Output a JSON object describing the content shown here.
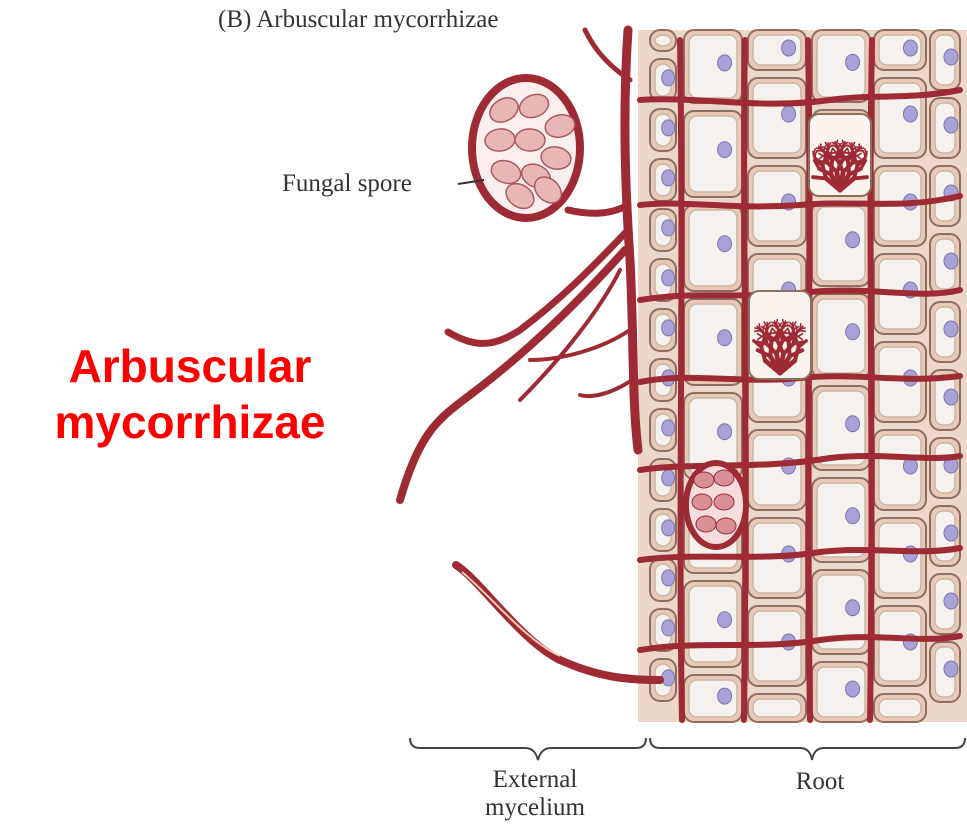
{
  "figure": {
    "panel_title": "(B) Arbuscular mycorrhizae",
    "side_title_line1": "Arbuscular",
    "side_title_line2": "mycorrhizae",
    "labels": {
      "fungal_spore": "Fungal spore",
      "external_mycelium_line1": "External",
      "external_mycelium_line2": "mycelium",
      "root": "Root"
    }
  },
  "colors": {
    "side_title": "#ff0000",
    "hypha": "#9e2b33",
    "cell_fill": "#f4f1ee",
    "cell_wall_outer": "#e9c9b6",
    "nucleus": "#a9a2d6",
    "spore_fill": "#e9b6b8",
    "label_text": "#333333"
  }
}
